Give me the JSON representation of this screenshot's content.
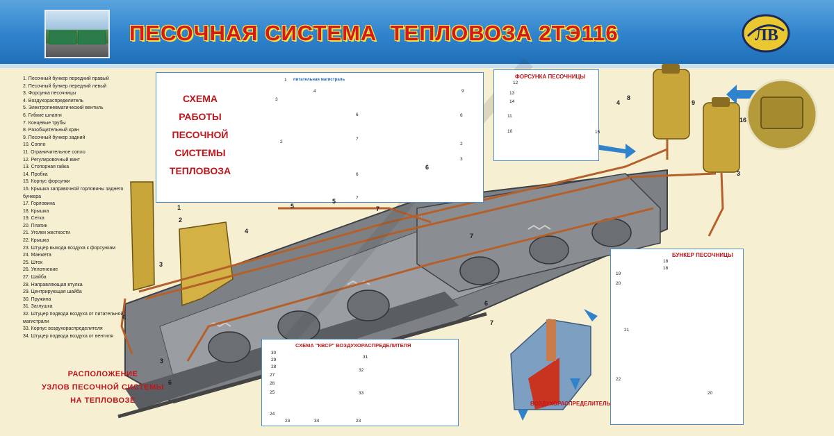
{
  "header": {
    "title": "ПЕСОЧНАЯ СИСТЕМА  ТЕПЛОВОЗА 2ТЭ116",
    "logo_text": "ЛВ"
  },
  "legend": [
    "1.    Песочный бункер передний правый",
    "2.    Песочный бункер передний левый",
    "3.    Форсунка песочницы",
    "4.    Воздухораспределитель",
    "5.    Электропневматический вентиль",
    "6.    Гибкие шланги",
    "7.    Концевые трубы",
    "8.    Разобщительный кран",
    "9.    Песочный бункер задний",
    "10.  Сопло",
    "11.  Ограничительное сопло",
    "12.  Регулировочный винт",
    "13.  Стопорная гайка",
    "14.  Пробка",
    "15.  Корпус форсунки",
    "16.  Крышка заправочной горловины заднего бункера",
    "17.  Горловина",
    "18.  Крышка",
    "19.  Сетка",
    "20.  Платик",
    "21.  Уголки жесткости",
    "22.  Крышка",
    "23.  Штуцер выхода воздуха к форсункам",
    "24.  Манжета",
    "25.  Шток",
    "26.  Уплотнение",
    "27.  Шайба",
    "28.  Направляющая втулка",
    "29.  Центрирующая шайба",
    "30.  Пружина",
    "31.  Заглушка",
    "32.  Штуцер подвода воздуха от питательной магистрали",
    "33.  Корпус воздухораспределителя",
    "34.  Штуцер подвода воздуха от вентиля"
  ],
  "location_caption": [
    "РАСПОЛОЖЕНИЕ",
    "УЗЛОВ ПЕСОЧНОЙ СИСТЕМЫ",
    "НА ТЕПЛОВОЗЕ"
  ],
  "scheme": {
    "title": [
      "СХЕМА",
      "РАБОТЫ",
      "ПЕСОЧНОЙ",
      "СИСТЕМЫ",
      "ТЕПЛОВОЗА"
    ],
    "subtitle": "питательная магистраль"
  },
  "nozzle": {
    "title": "ФОРСУНКА ПЕСОЧНИЦЫ"
  },
  "bunker": {
    "title": "БУНКЕР ПЕСОЧНИЦЫ"
  },
  "kvsr": {
    "title": "СХЕМА \"КВСР\" ВОЗДУХОРАСПРЕДЕЛИТЕЛЯ"
  },
  "distributor_caption": "ВОЗДУХОРАСПРЕДЕЛИТЕЛЬ",
  "callouts": {
    "main": [
      "1",
      "2",
      "3",
      "3",
      "4",
      "5",
      "5",
      "6",
      "6",
      "6",
      "7",
      "7",
      "7",
      "8",
      "9",
      "16",
      "4",
      "3",
      "6"
    ],
    "nozzle": [
      "12",
      "13",
      "14",
      "11",
      "10",
      "15"
    ],
    "bunker": [
      "19",
      "18",
      "18",
      "20",
      "21",
      "22",
      "20"
    ],
    "kvsr": [
      "30",
      "29",
      "28",
      "27",
      "26",
      "25",
      "24",
      "23",
      "34",
      "23",
      "31",
      "32",
      "33"
    ],
    "scheme": [
      "1",
      "2",
      "9",
      "4",
      "3",
      "6",
      "7",
      "6",
      "2",
      "3",
      "6",
      "7"
    ]
  },
  "colors": {
    "accent_red": "#c0151b",
    "panel_border": "#4a8dd0",
    "background": "#f6efd2",
    "header_blue": "#2f83cc",
    "bunker_ochre": "#c9a63a",
    "pipe_copper": "#b5602a"
  }
}
